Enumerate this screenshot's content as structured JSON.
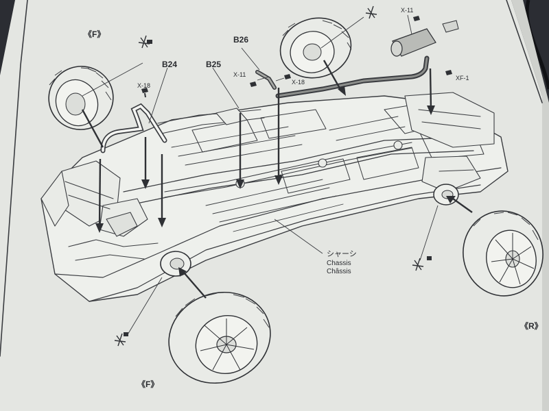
{
  "parts": {
    "b24": "B24",
    "b25": "B25",
    "b26": "B26"
  },
  "screws": {
    "x11_left": "X-11",
    "x18_left": "X-18",
    "x18_mid": "X-18",
    "x11_top": "X-11",
    "xf1": "XF-1"
  },
  "wheels": {
    "front_top": "《F》",
    "front_bottom": "《F》",
    "rear": "《R》"
  },
  "chassis": {
    "japanese": "シャーシ",
    "english": "Chassis",
    "french": "Châssis"
  },
  "colors": {
    "paper": "#e4e6e2",
    "ink": "#3a3c40",
    "background": "#2b2d33"
  }
}
